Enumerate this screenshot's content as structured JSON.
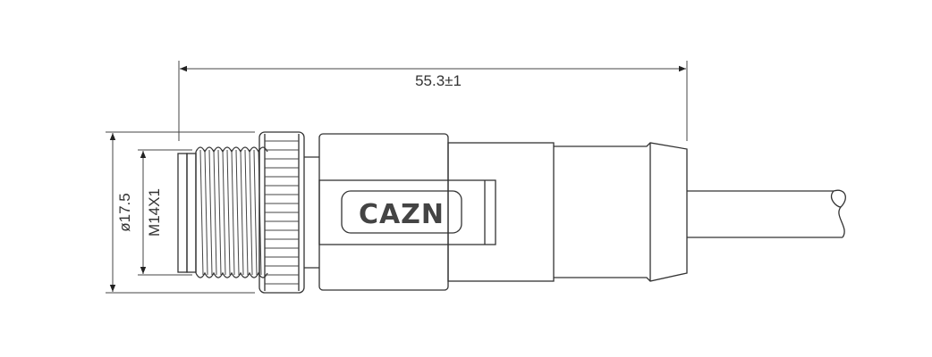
{
  "dimensions": {
    "overall_length": "55.3±1",
    "outer_diameter": "ø17.5",
    "thread": "M14X1"
  },
  "logo_text": "CAZN",
  "colors": {
    "line": "#333333",
    "background": "#ffffff"
  }
}
